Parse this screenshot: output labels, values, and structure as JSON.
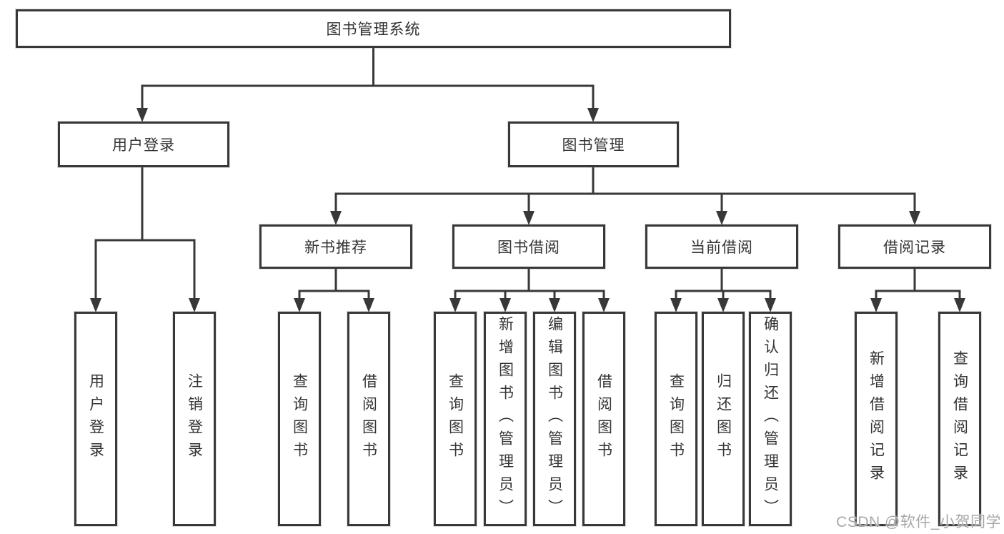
{
  "page": {
    "background": "#ffffff"
  },
  "colors": {
    "line": "#383838",
    "node_border": "#383838",
    "node_fill": "#ffffff",
    "text": "#333333",
    "watermark": "#a8a8a8"
  },
  "tree": {
    "label": "图书管理系统",
    "children": [
      {
        "label": "用户登录",
        "children": [
          {
            "label": "用户登录"
          },
          {
            "label": "注销登录"
          }
        ]
      },
      {
        "label": "图书管理",
        "children": [
          {
            "label": "新书推荐",
            "children": [
              {
                "label": "查询图书"
              },
              {
                "label": "借阅图书"
              }
            ]
          },
          {
            "label": "图书借阅",
            "children": [
              {
                "label": "查询图书"
              },
              {
                "label": "新增图书（管理员）"
              },
              {
                "label": "编辑图书（管理员）"
              },
              {
                "label": "借阅图书"
              }
            ]
          },
          {
            "label": "当前借阅",
            "children": [
              {
                "label": "查询图书"
              },
              {
                "label": "归还图书"
              },
              {
                "label": "确认归还（管理员）"
              }
            ]
          },
          {
            "label": "借阅记录",
            "children": [
              {
                "label": "新增借阅记录"
              },
              {
                "label": "查询借阅记录"
              }
            ]
          }
        ]
      }
    ]
  },
  "watermark": {
    "text": "CSDN @软件_小贺同学"
  }
}
